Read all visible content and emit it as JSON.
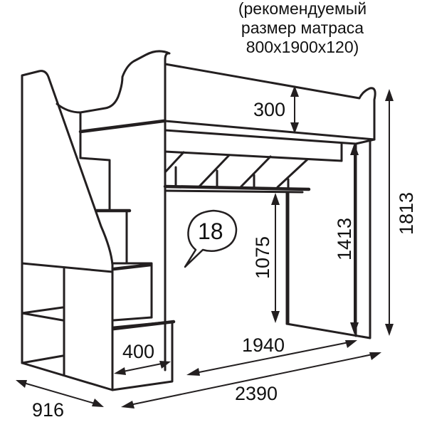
{
  "diagram": {
    "subject": "loft bed with stairs, desk shelf and storage",
    "note": {
      "line1": "(рекомендуемый",
      "line2": "размер матраса",
      "line3": "800x1900x120)"
    },
    "badge": {
      "number": "18",
      "icon": "speech-bubble-icon"
    },
    "dimensions": {
      "guard_height": "300",
      "desk_height": "1075",
      "under_bed_clearance": "1413",
      "total_height": "1813",
      "inner_length": "1940",
      "total_length": "2390",
      "depth": "916",
      "step_width": "400"
    },
    "colors": {
      "line": "#231f20",
      "background": "#ffffff"
    }
  }
}
